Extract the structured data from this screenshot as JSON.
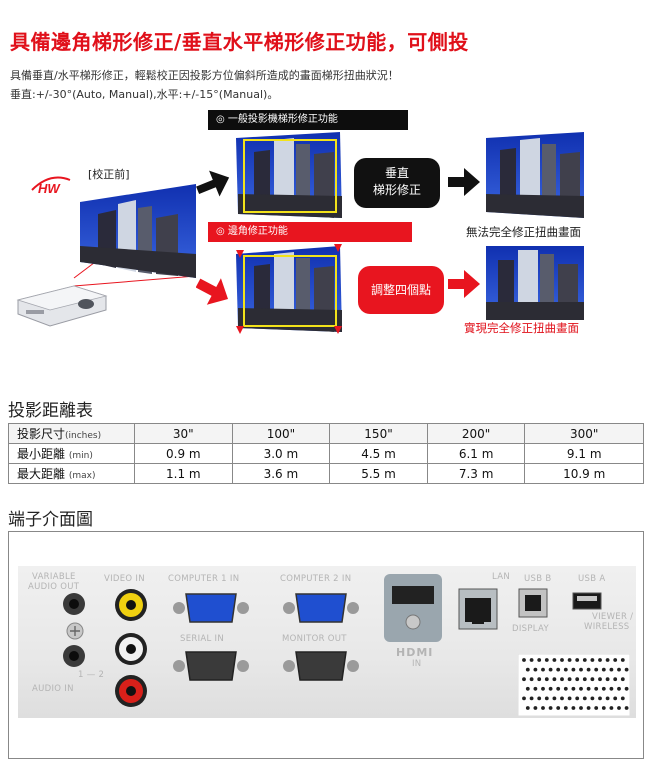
{
  "header": {
    "title": "具備邊角梯形修正/垂直水平梯形修正功能，可側投",
    "desc_line1": "具備垂直/水平梯形修正，輕鬆校正因投影方位偏斜所造成的畫面梯形扭曲狀況！",
    "desc_line2": "垂直:+/-30°(Auto, Manual),水平:+/-15°(Manual)。"
  },
  "diagram": {
    "logo_text": "HW",
    "before_label": "[校正前]",
    "banner_general": "◎ 一般投影機梯形修正功能",
    "banner_corner": "◎ 邊角修正功能",
    "bubble_vertical": "垂直\n梯形修正",
    "bubble_vertical_line1": "垂直",
    "bubble_vertical_line2": "梯形修正",
    "bubble_corner": "調整四個點",
    "caption_fail": "無法完全修正扭曲畫面",
    "caption_success": "實現完全修正扭曲畫面",
    "colors": {
      "accent_red": "#e8151f",
      "black": "#0d0d0d",
      "frame_yellow": "#f2e21a",
      "sky_blue": "#1e44c8"
    }
  },
  "distance_table": {
    "section_title": "投影距離表",
    "header_label": "投影尺寸",
    "header_unit": "(inches)",
    "sizes": [
      "30\"",
      "100\"",
      "150\"",
      "200\"",
      "300\""
    ],
    "rows": [
      {
        "label": "最小距離",
        "unit": "(min)",
        "values": [
          "0.9 m",
          "3.0 m",
          "4.5 m",
          "6.1 m",
          "9.1 m"
        ]
      },
      {
        "label": "最大距離",
        "unit": "(max)",
        "values": [
          "1.1 m",
          "3.6 m",
          "5.5 m",
          "7.3 m",
          "10.9 m"
        ]
      }
    ]
  },
  "ports": {
    "section_title": "端子介面圖",
    "labels": {
      "variable_audio_out_1": "VARIABLE",
      "variable_audio_out_2": "AUDIO OUT",
      "video_in": "VIDEO IN",
      "computer1_in": "COMPUTER 1 IN",
      "computer2_in": "COMPUTER 2 IN",
      "lan": "LAN",
      "usb_b": "USB B",
      "usb_a": "USB A",
      "serial_in": "SERIAL IN",
      "monitor_out": "MONITOR OUT",
      "display": "DISPLAY",
      "viewer_wireless_1": "VIEWER /",
      "viewer_wireless_2": "WIRELESS",
      "hdmi_1": "HDMI",
      "hdmi_2": "IN",
      "audio_in": "AUDIO IN",
      "audio_marks": "1 — 2"
    }
  }
}
